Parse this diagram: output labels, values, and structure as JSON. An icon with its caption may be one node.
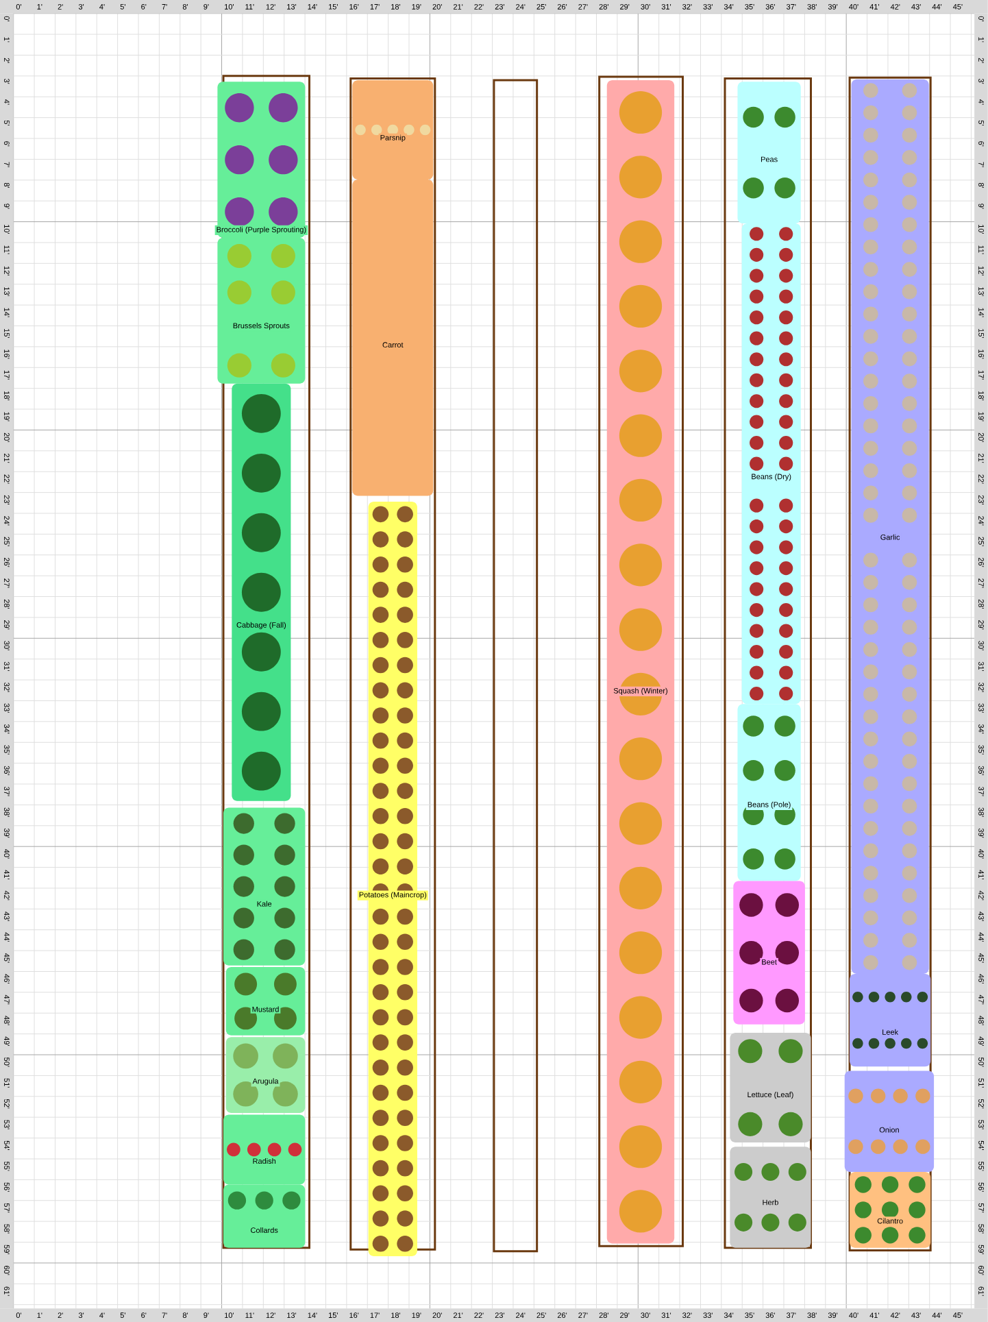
{
  "diagram": {
    "nodes": [
      {
        "text": [],
        "shape": "box"
      },
      {
        "text": [
          "Broccoli (Purple Sprouting)"
        ],
        "in": 0
      },
      {
        "text": [
          "Brussels Sprouts"
        ],
        "in": 0
      },
      {
        "text": [
          "Cabbage (Fall)"
        ],
        "in": 0
      },
      {
        "text": [
          "Kale"
        ],
        "in": 0
      },
      {
        "text": [
          "Mustard"
        ],
        "in": 0
      },
      {
        "text": [
          "Arugula"
        ],
        "in": 0
      },
      {
        "text": [
          "Radish"
        ],
        "in": 0
      },
      {
        "text": [
          "Collards"
        ],
        "in": 0
      },
      {
        "text": [],
        "shape": "box"
      },
      {
        "text": [
          "Parsnip"
        ],
        "in": 9
      },
      {
        "text": [
          "Carrot"
        ],
        "in": 9
      },
      {
        "text": [
          "Potatoes (Maincrop)"
        ],
        "in": 9
      },
      {
        "text": [],
        "shape": "box"
      },
      {
        "text": [],
        "shape": "box"
      },
      {
        "text": [
          "Squash (Winter)"
        ],
        "in": 14
      },
      {
        "text": [],
        "shape": "box"
      },
      {
        "text": [
          "Peas"
        ],
        "in": 16
      },
      {
        "text": [
          "Beans (Dry)"
        ],
        "in": 16
      },
      {
        "text": [
          "Beans (Pole)"
        ],
        "in": 16
      },
      {
        "text": [
          "Beet"
        ],
        "in": 16
      },
      {
        "text": [
          "Lettuce (Leaf)"
        ],
        "in": 16
      },
      {
        "text": [
          "Herb"
        ],
        "in": 16
      },
      {
        "text": [],
        "shape": "box"
      },
      {
        "text": [
          "Garlic"
        ],
        "in": 23
      },
      {
        "text": [
          "Leek"
        ],
        "in": 23
      },
      {
        "text": [
          "Onion"
        ],
        "in": 23
      },
      {
        "text": [
          "Cilantro"
        ],
        "in": 23
      }
    ],
    "edges": [],
    "labels": [
      "0'",
      "1'",
      "2'",
      "3'",
      "4'",
      "5'",
      "6'",
      "7'",
      "8'",
      "9'",
      "10'",
      "11'",
      "12'",
      "13'",
      "14'",
      "15'",
      "16'",
      "17'",
      "18'",
      "19'",
      "20'",
      "21'",
      "22'",
      "23'",
      "24'",
      "25'",
      "26'",
      "27'",
      "28'",
      "29'",
      "30'",
      "31'",
      "32'",
      "33'",
      "34'",
      "35'",
      "36'",
      "37'",
      "38'",
      "39'",
      "40'",
      "41'",
      "42'",
      "43'",
      "44'",
      "45'",
      "0'",
      "1'",
      "2'",
      "3'",
      "4'",
      "5'",
      "6'",
      "7'",
      "8'",
      "9'",
      "10'",
      "11'",
      "12'",
      "13'",
      "14'",
      "15'",
      "16'",
      "17'",
      "18'",
      "19'",
      "20'",
      "21'",
      "22'",
      "23'",
      "24'",
      "25'",
      "26'",
      "27'",
      "28'",
      "29'",
      "30'",
      "31'",
      "32'",
      "33'",
      "34'",
      "35'",
      "36'",
      "37'",
      "38'",
      "39'",
      "40'",
      "41'",
      "42'",
      "43'",
      "44'",
      "45'",
      "46'",
      "47'",
      "48'",
      "49'",
      "50'",
      "51'",
      "52'",
      "53'",
      "54'",
      "55'",
      "56'",
      "57'",
      "58'",
      "59'",
      "60'",
      "61'",
      "0'",
      "1'",
      "2'",
      "3'",
      "4'",
      "5'",
      "6'",
      "7'",
      "8'",
      "9'",
      "10'",
      "11'",
      "12'",
      "13'",
      "14'",
      "15'",
      "16'",
      "17'",
      "18'",
      "19'",
      "20'",
      "21'",
      "22'",
      "23'",
      "24'",
      "25'",
      "26'",
      "27'",
      "28'",
      "29'",
      "30'",
      "31'",
      "32'",
      "33'",
      "34'",
      "35'",
      "36'",
      "37'",
      "38'",
      "39'",
      "40'",
      "41'",
      "42'",
      "43'",
      "44'",
      "45'",
      "46'",
      "47'",
      "48'",
      "49'",
      "50'",
      "51'",
      "52'",
      "53'",
      "54'",
      "55'",
      "56'",
      "57'",
      "58'",
      "59'",
      "60'",
      "61'",
      "0'",
      "1'",
      "2'",
      "3'",
      "4'",
      "5'",
      "6'",
      "7'",
      "8'",
      "9'",
      "10'",
      "11'",
      "12'",
      "13'",
      "14'",
      "15'",
      "16'",
      "17'",
      "18'",
      "19'",
      "20'",
      "21'",
      "22'",
      "23'",
      "24'",
      "25'",
      "26'",
      "27'",
      "28'",
      "29'",
      "30'",
      "31'",
      "32'",
      "33'",
      "34'",
      "35'",
      "36'",
      "37'",
      "38'",
      "39'",
      "40'",
      "41'",
      "42'",
      "43'",
      "44'",
      "45'"
    ]
  }
}
